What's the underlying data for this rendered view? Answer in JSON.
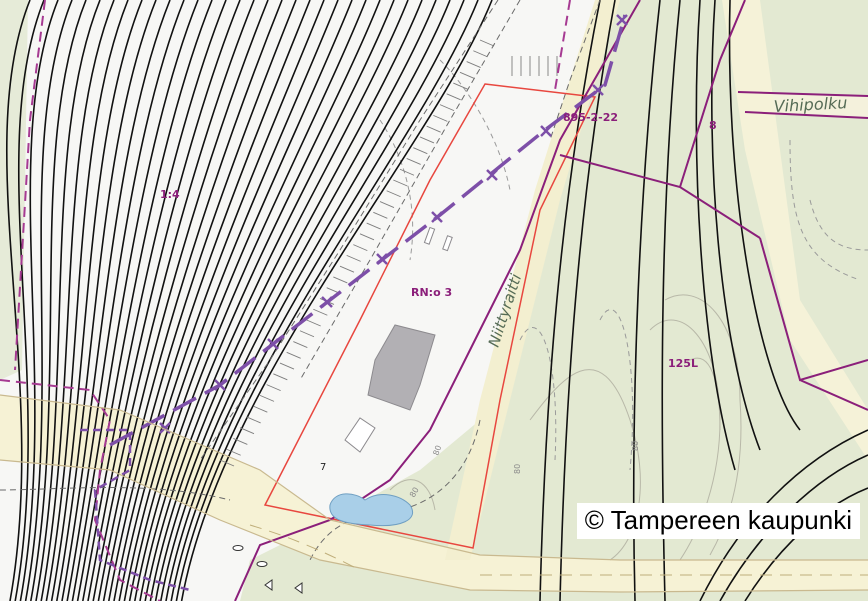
{
  "labels": {
    "rail_zone": "1:4",
    "parcel_id": "895-2-22",
    "parcel_number": "8",
    "zone_code": "RN:o 3",
    "plot_number": "7",
    "area_code": "125L",
    "contour_a": "80",
    "contour_b": "80",
    "contour_c": "80",
    "contour_d": "80"
  },
  "streets": {
    "niittyraitti": "Niittyraitti",
    "vihipolku": "Vihipolku"
  },
  "attribution": "© Tampereen kaupunki",
  "colors": {
    "land_green": "#e3e9d2",
    "street_yellow": "#f6f2d5",
    "rail_black": "#111111",
    "boundary_purple": "#8b1f7a",
    "dash_purple": "#7d4fa8",
    "plan_red": "#e8473f",
    "building_gray": "#b2b0b4",
    "water_blue": "#a9cfe8"
  }
}
